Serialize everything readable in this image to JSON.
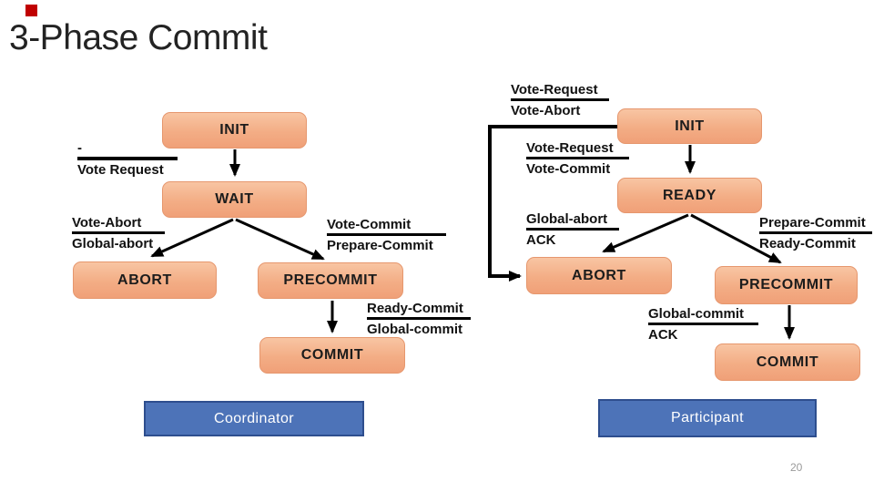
{
  "slide": {
    "title": "3-Phase Commit",
    "page_number": "20"
  },
  "colors": {
    "accent_square": "#c00000",
    "state_box_fill_top": "#f8c5a3",
    "state_box_fill_bottom": "#f0a078",
    "state_box_border": "#e6976e",
    "role_box_fill": "#4d73b8",
    "role_box_border": "#2e4e8e",
    "arrow": "#000000"
  },
  "coordinator": {
    "role_label": "Coordinator",
    "states": {
      "init": "INIT",
      "wait": "WAIT",
      "abort": "ABORT",
      "precommit": "PRECOMMIT",
      "commit": "COMMIT"
    },
    "transitions": {
      "init_to_wait": {
        "event": "-",
        "action": "Vote Request"
      },
      "wait_to_abort": {
        "event": "Vote-Abort",
        "action": "Global-abort"
      },
      "wait_to_precommit": {
        "event": "Vote-Commit",
        "action": "Prepare-Commit"
      },
      "precommit_to_commit": {
        "event": "Ready-Commit",
        "action": "Global-commit"
      }
    }
  },
  "participant": {
    "role_label": "Participant",
    "states": {
      "init": "INIT",
      "ready": "READY",
      "abort": "ABORT",
      "precommit": "PRECOMMIT",
      "commit": "COMMIT"
    },
    "transitions": {
      "init_to_abort": {
        "event": "Vote-Request",
        "action": "Vote-Abort"
      },
      "init_to_ready": {
        "event": "Vote-Request",
        "action": "Vote-Commit"
      },
      "ready_to_abort": {
        "event": "Global-abort",
        "action": "ACK"
      },
      "ready_to_precommit": {
        "event": "Prepare-Commit",
        "action": "Ready-Commit"
      },
      "precommit_to_commit": {
        "event": "Global-commit",
        "action": "ACK"
      }
    }
  }
}
